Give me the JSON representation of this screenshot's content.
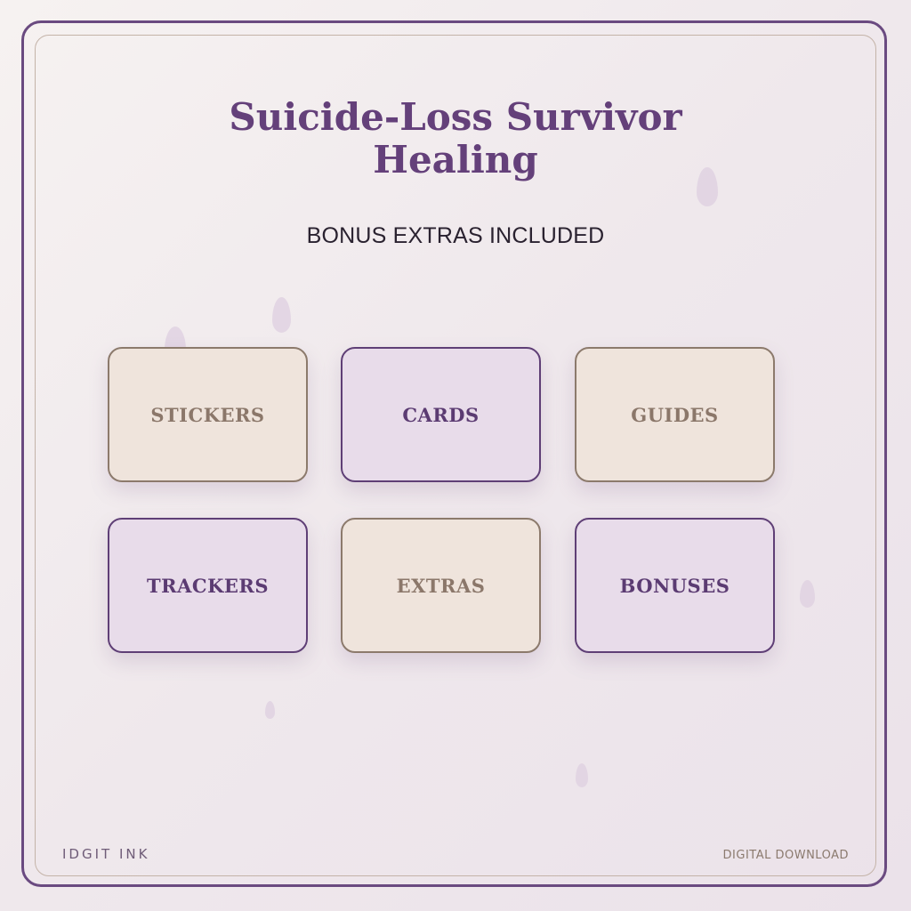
{
  "title": {
    "line1": "Suicide-Loss Survivor",
    "line2": "Healing"
  },
  "subtitle": "BONUS EXTRAS INCLUDED",
  "cards": [
    {
      "label": "STICKERS",
      "style": "beige"
    },
    {
      "label": "CARDS",
      "style": "lilac"
    },
    {
      "label": "GUIDES",
      "style": "beige"
    },
    {
      "label": "TRACKERS",
      "style": "lilac"
    },
    {
      "label": "EXTRAS",
      "style": "beige"
    },
    {
      "label": "BONUSES",
      "style": "lilac"
    }
  ],
  "footer": {
    "brand": "IDGIT INK",
    "tag": "DIGITAL DOWNLOAD"
  },
  "colors": {
    "primary_purple": "#64407a",
    "beige_card": "#efe4dc",
    "lilac_card": "#e8dcea",
    "frame": "#6a4a80"
  }
}
